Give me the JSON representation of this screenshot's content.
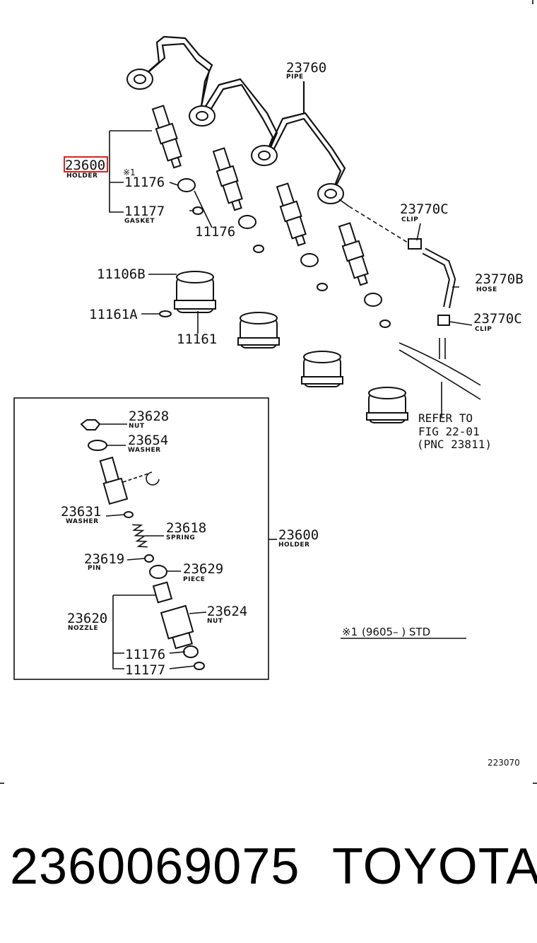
{
  "callouts": [
    {
      "id": "c-23760",
      "num": "23760",
      "sub": "PIPE"
    },
    {
      "id": "c-23600-top",
      "num": "23600",
      "sub": "HOLDER"
    },
    {
      "id": "c-mark1",
      "num": "※1",
      "sub": ""
    },
    {
      "id": "c-11176-a",
      "num": "11176",
      "sub": ""
    },
    {
      "id": "c-11177-a",
      "num": "11177",
      "sub": "GASKET"
    },
    {
      "id": "c-11176-b",
      "num": "11176",
      "sub": ""
    },
    {
      "id": "c-23770c-a",
      "num": "23770C",
      "sub": "CLIP"
    },
    {
      "id": "c-23770b",
      "num": "23770B",
      "sub": "HOSE"
    },
    {
      "id": "c-23770c-b",
      "num": "23770C",
      "sub": "CLIP"
    },
    {
      "id": "c-11106b",
      "num": "11106B",
      "sub": ""
    },
    {
      "id": "c-11161a",
      "num": "11161A",
      "sub": ""
    },
    {
      "id": "c-11161",
      "num": "11161",
      "sub": ""
    },
    {
      "id": "c-23628",
      "num": "23628",
      "sub": "NUT"
    },
    {
      "id": "c-23654",
      "num": "23654",
      "sub": "WASHER"
    },
    {
      "id": "c-23631",
      "num": "23631",
      "sub": "WASHER"
    },
    {
      "id": "c-23618",
      "num": "23618",
      "sub": "SPRING"
    },
    {
      "id": "c-23600-box",
      "num": "23600",
      "sub": "HOLDER"
    },
    {
      "id": "c-23619",
      "num": "23619",
      "sub": "PIN"
    },
    {
      "id": "c-23629",
      "num": "23629",
      "sub": "PIECE"
    },
    {
      "id": "c-23620",
      "num": "23620",
      "sub": "NOZZLE"
    },
    {
      "id": "c-23624",
      "num": "23624",
      "sub": "NUT"
    },
    {
      "id": "c-11176-c",
      "num": "11176",
      "sub": ""
    },
    {
      "id": "c-11177-c",
      "num": "11177",
      "sub": ""
    }
  ],
  "refer": {
    "line1": "REFER TO",
    "line2": "FIG 22-01",
    "line3": "(PNC 23811)"
  },
  "note": {
    "mark": "※1",
    "text": "(9605–      ) STD"
  },
  "figure_code": "223070",
  "footer": {
    "part_number": "2360069075",
    "brand": "TOYOTA"
  },
  "colors": {
    "highlight": "#dd2222",
    "ink": "#111111"
  }
}
